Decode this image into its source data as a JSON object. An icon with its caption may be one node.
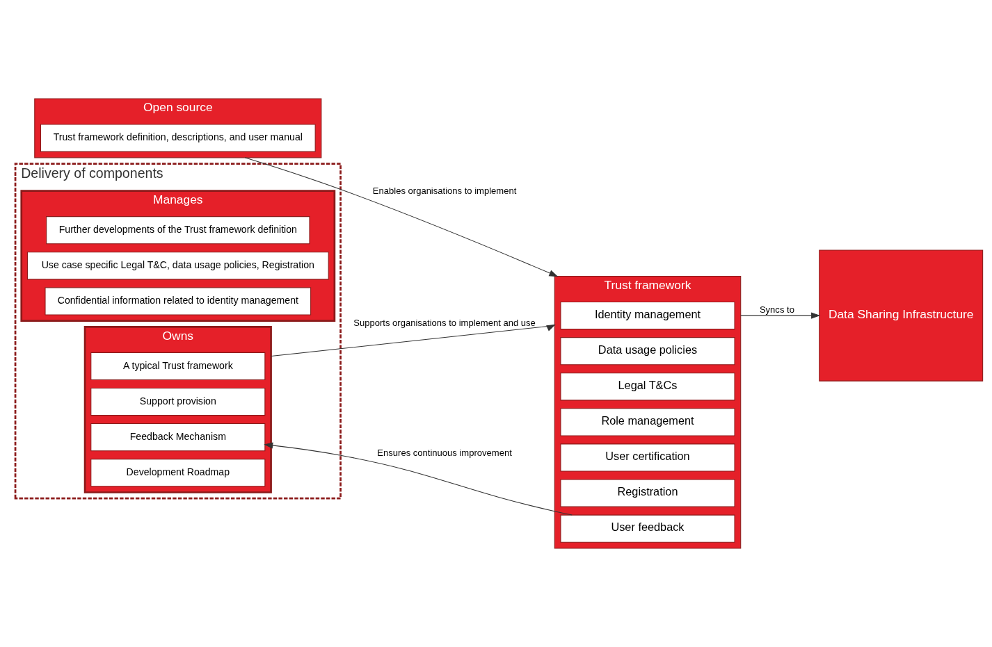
{
  "diagram": {
    "nodes": [
      {
        "text": [
          "Open source"
        ]
      },
      {
        "text": [
          "Trust framework definition, descriptions, and user manual"
        ],
        "in": 0
      },
      {
        "text": [
          "Delivery of components"
        ]
      },
      {
        "text": [
          "Manages"
        ],
        "in": 2
      },
      {
        "text": [
          "Further developments of the Trust framework definition"
        ],
        "in": 3
      },
      {
        "text": [
          "Use case specific Legal T&C, data usage policies, Registration"
        ],
        "in": 3
      },
      {
        "text": [
          "Confidential information related to identity management"
        ],
        "in": 3
      },
      {
        "text": [
          "Owns"
        ],
        "in": 2
      },
      {
        "text": [
          "A typical Trust framework"
        ],
        "in": 7
      },
      {
        "text": [
          "Support provision"
        ],
        "in": 7
      },
      {
        "text": [
          "Feedback Mechanism"
        ],
        "in": 7
      },
      {
        "text": [
          "Development Roadmap"
        ],
        "in": 7
      },
      {
        "text": [
          "Trust framework"
        ]
      },
      {
        "text": [
          "Identity management"
        ],
        "in": 12
      },
      {
        "text": [
          "Data usage policies"
        ],
        "in": 12
      },
      {
        "text": [
          "Legal T&Cs"
        ],
        "in": 12
      },
      {
        "text": [
          "Role management"
        ],
        "in": 12
      },
      {
        "text": [
          "User certification"
        ],
        "in": 12
      },
      {
        "text": [
          "Registration"
        ],
        "in": 12
      },
      {
        "text": [
          "User feedback"
        ],
        "in": 12
      },
      {
        "text": [
          "Data Sharing Infrastructure"
        ]
      }
    ],
    "edges": [
      {
        "from": 0,
        "to": 12,
        "arrow": "to",
        "label": "Enables organisations to implement"
      },
      {
        "from": 7,
        "to": 12,
        "arrow": "to",
        "label": "Supports organisations to implement and use"
      },
      {
        "from": 12,
        "to": 20,
        "arrow": "to",
        "label": "Syncs to"
      },
      {
        "from": 19,
        "to": 10,
        "arrow": "to",
        "label": "Ensures continuous improvement"
      }
    ]
  }
}
